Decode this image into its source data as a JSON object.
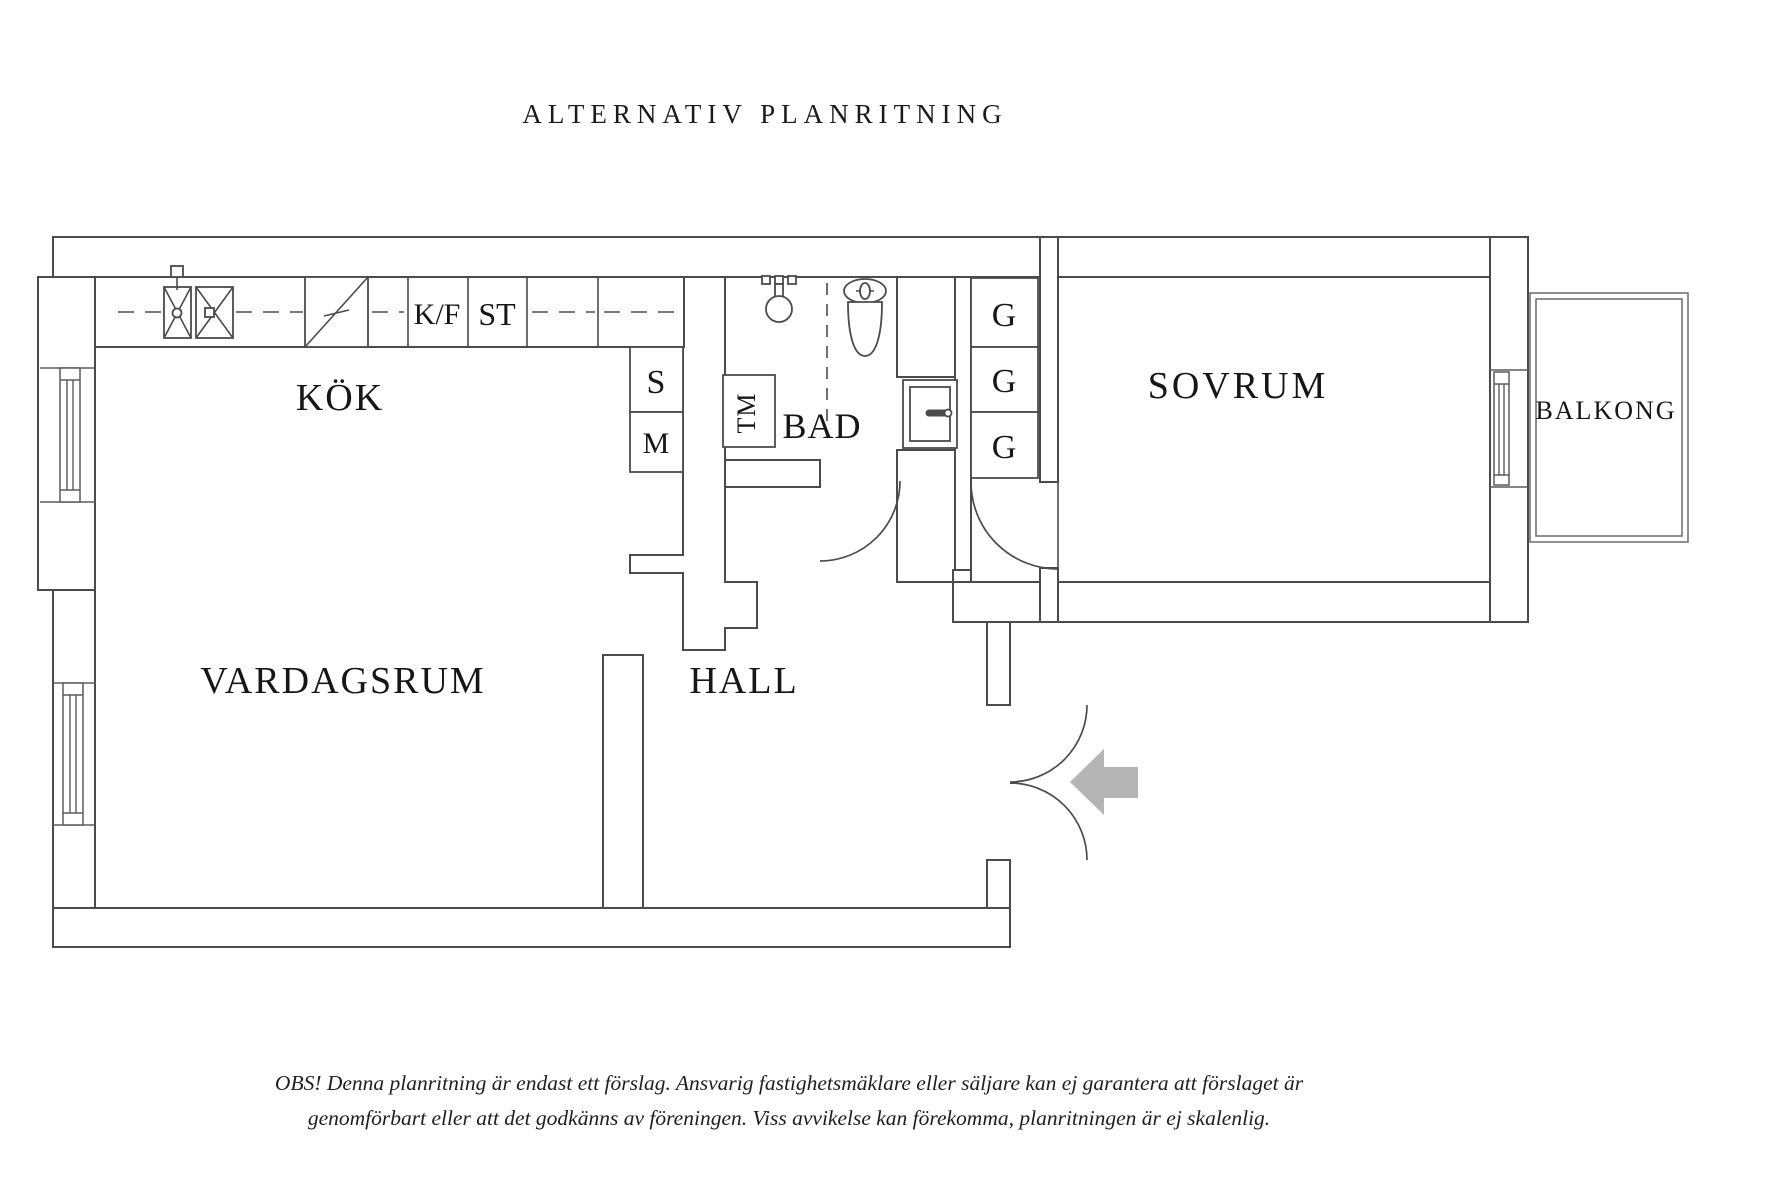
{
  "title": "ALTERNATIV PLANRITNING",
  "rooms": {
    "kok": "KÖK",
    "vardagsrum": "VARDAGSRUM",
    "hall": "HALL",
    "bad": "BAD",
    "sovrum": "SOVRUM",
    "balkong": "BALKONG"
  },
  "fixtures": {
    "fridge_freezer": "K/F",
    "pantry": "ST",
    "s_cabinet": "S",
    "m_cabinet": "M",
    "washing_machine": "TM",
    "wardrobe_1": "G",
    "wardrobe_2": "G",
    "wardrobe_3": "G"
  },
  "disclaimer": {
    "line1": "OBS! Denna planritning är endast ett förslag. Ansvarig fastighetsmäklare eller säljare kan ej garantera att förslaget är",
    "line2": "genomförbart eller att det godkänns av föreningen. Viss avvikelse kan förekomma, planritningen är ej skalenlig."
  },
  "colors": {
    "wall_line": "#4b4b4b",
    "text": "#161616",
    "arrow": "#b5b5b5",
    "background": "#ffffff"
  }
}
